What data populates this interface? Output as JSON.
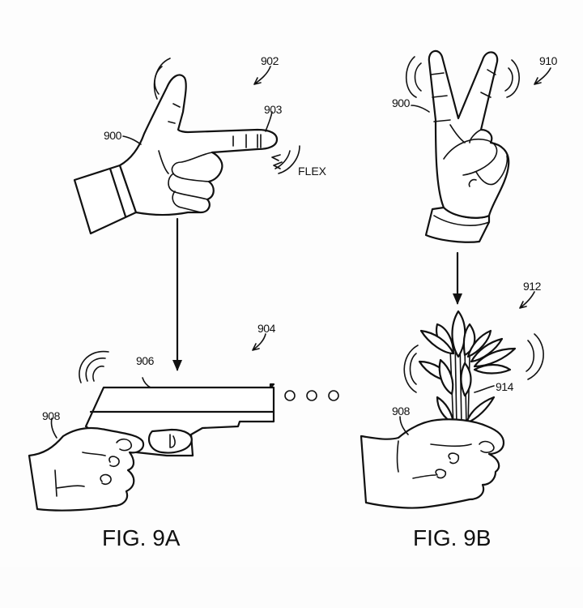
{
  "figure_set": {
    "title": "Gesture-to-object mapping patent drawings",
    "panels": [
      {
        "id": "fig-9a",
        "caption": "FIG. 9A",
        "gesture": {
          "description": "finger-gun hand gesture with index finger flexing",
          "hand_ref": "900",
          "gesture_ref": "902",
          "finger_ref": "903",
          "motion_label": "FLEX"
        },
        "result": {
          "description": "hand holding a virtual pistol emitting projectiles",
          "object_ref": "906",
          "scene_ref": "904",
          "hand_ref": "908",
          "projectile_count": 3
        }
      },
      {
        "id": "fig-9b",
        "caption": "FIG. 9B",
        "gesture": {
          "description": "two-finger V (peace) sign with wiggling fingers",
          "hand_ref": "900",
          "gesture_ref": "910"
        },
        "result": {
          "description": "hand holding a bouquet of flowers that sways",
          "object_ref": "914",
          "scene_ref": "912",
          "hand_ref": "908"
        }
      }
    ]
  },
  "colors": {
    "ink": "#111111",
    "paper": "#fdfdfd"
  }
}
